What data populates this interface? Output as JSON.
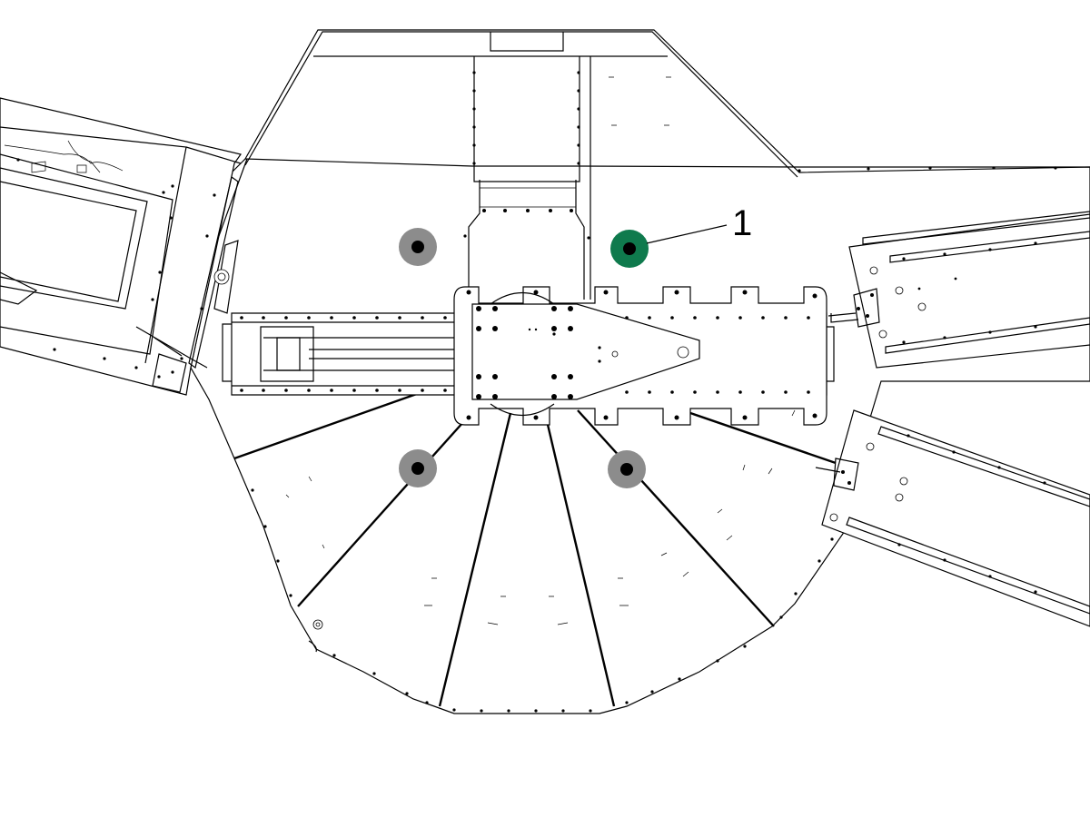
{
  "callout": {
    "label": "1"
  },
  "colors": {
    "highlight_marker": "#0f7a4d",
    "marker": "#8c8c8c",
    "marker_center": "#000000",
    "line": "#000000",
    "background": "#ffffff"
  },
  "markers": [
    {
      "id": "marker-1",
      "highlighted": true
    },
    {
      "id": "marker-2",
      "highlighted": false
    },
    {
      "id": "marker-3",
      "highlighted": false
    },
    {
      "id": "marker-4",
      "highlighted": false
    }
  ]
}
